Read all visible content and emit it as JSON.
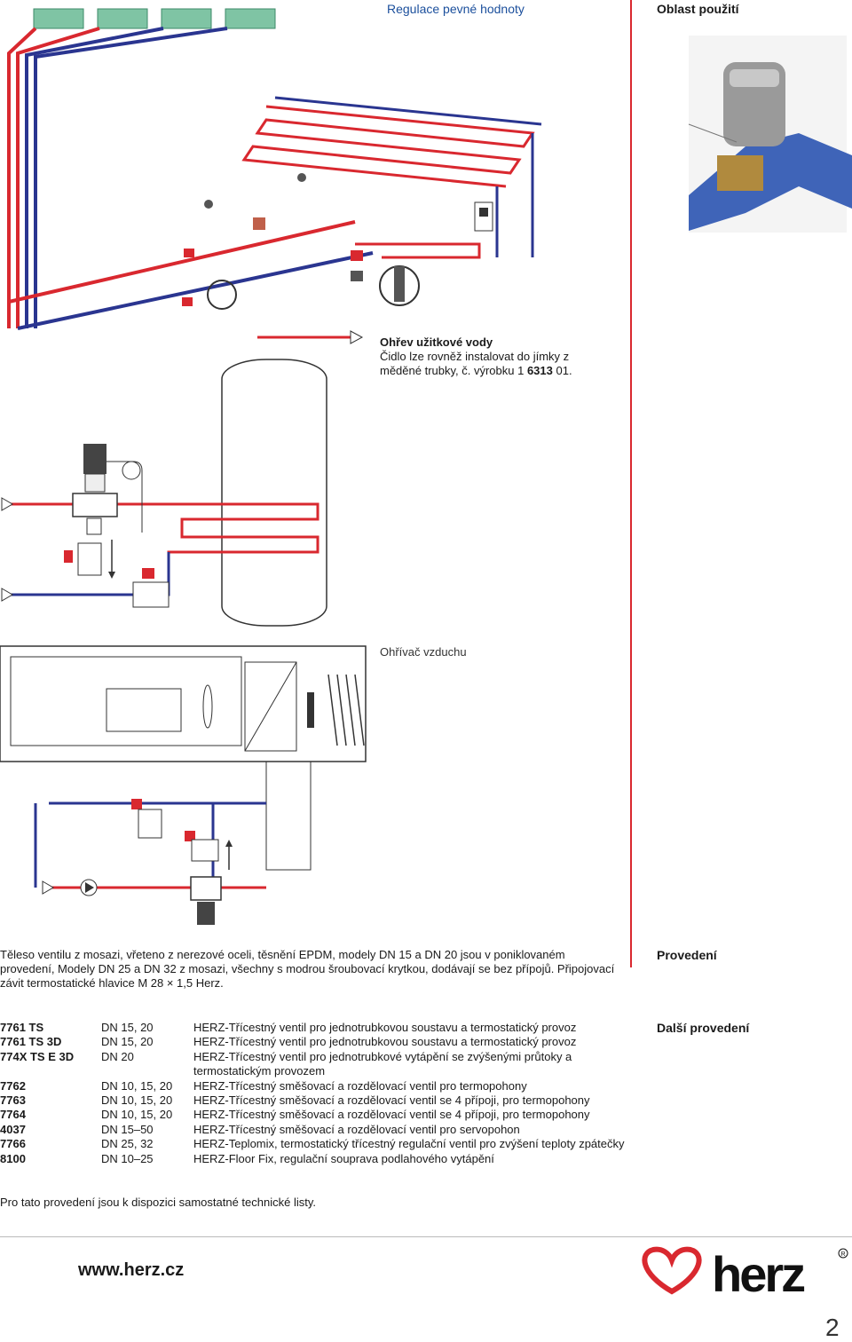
{
  "header": {
    "section_left": "Regulace pevné hodnoty",
    "section_right": "Oblast použití"
  },
  "captions": {
    "hot_water_title": "Ohřev užitkové vody",
    "hot_water_text": "Čidlo lze rovněž instalovat do jímky z měděné trubky, č. výrobku 1 ",
    "hot_water_code": "6313",
    "hot_water_tail": " 01.",
    "air_heater": "Ohřívač vzduchu"
  },
  "description": "Těleso ventilu z mosazi, vřeteno z nerezové oceli, těsnění EPDM, modely DN 15 a DN 20 jsou v poniklovaném provedení, Modely DN 25 a DN 32 z mosazi, všechny s modrou šroubovací krytkou, dodávají se bez přípojů. Připojovací závit termostatické hlavice M 28 × 1,5 Herz.",
  "side_headings": {
    "provedeni": "Provedení",
    "dalsi": "Další provedení"
  },
  "models": [
    {
      "code": "7761 TS",
      "dn": "DN 15, 20",
      "text": "HERZ-Třícestný ventil pro jednotrubkovou soustavu a termostatický provoz"
    },
    {
      "code": "7761 TS 3D",
      "dn": "DN 15, 20",
      "text": "HERZ-Třícestný ventil pro jednotrubkovou soustavu a termostatický provoz"
    },
    {
      "code": "774X TS E 3D",
      "dn": "DN 20",
      "text": "HERZ-Třícestný ventil pro jednotrubkové vytápění se zvýšenými průtoky a termostatickým provozem"
    },
    {
      "code": "7762",
      "dn": "DN 10, 15, 20",
      "text": "HERZ-Třícestný směšovací a rozdělovací ventil pro termopohony"
    },
    {
      "code": "7763",
      "dn": "DN 10, 15, 20",
      "text": "HERZ-Třícestný směšovací a rozdělovací ventil se 4 přípoji, pro termopohony"
    },
    {
      "code": "7764",
      "dn": "DN 10, 15, 20",
      "text": "HERZ-Třícestný směšovací a rozdělovací ventil se 4 přípoji, pro termopohony"
    },
    {
      "code": "4037",
      "dn": "DN 15–50",
      "text": "HERZ-Třícestný směšovací a rozdělovací ventil pro servopohon"
    },
    {
      "code": "7766",
      "dn": "DN 25, 32",
      "text": "HERZ-Teplomix, termostatický třícestný regulační ventil pro zvýšení teploty zpátečky"
    },
    {
      "code": "8100",
      "dn": "DN 10–25",
      "text": "HERZ-Floor Fix, regulační souprava podlahového vytápění"
    }
  ],
  "note": "Pro tato provedení jsou k dispozici samostatné technické listy.",
  "footer": {
    "website": "www.herz.cz",
    "brand": "herz",
    "page_number": "2"
  },
  "colors": {
    "supply": "#d9282f",
    "return": "#2a3590",
    "accent_line": "#d9282f"
  }
}
